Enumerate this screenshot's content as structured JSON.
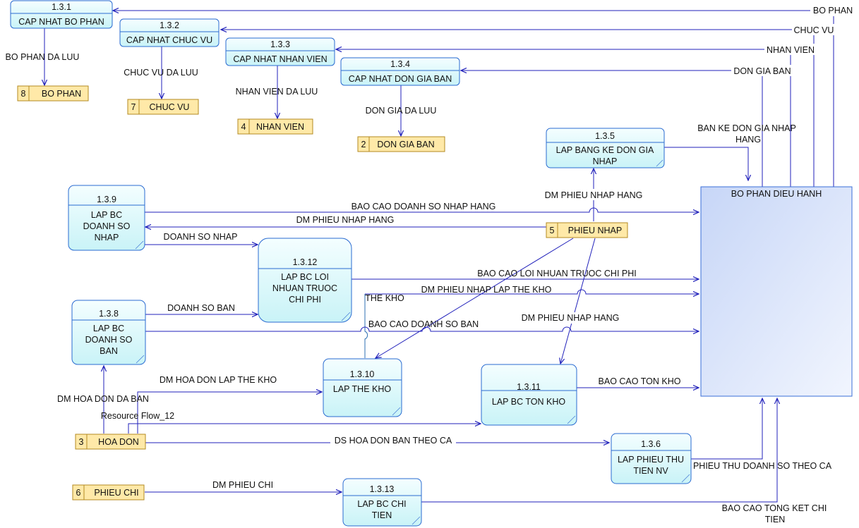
{
  "processes": {
    "p131": {
      "id": "1.3.1",
      "name": "CAP NHAT BO PHAN"
    },
    "p132": {
      "id": "1.3.2",
      "name": "CAP NHAT CHUC VU"
    },
    "p133": {
      "id": "1.3.3",
      "name": "CAP NHAT NHAN VIEN"
    },
    "p134": {
      "id": "1.3.4",
      "name": "CAP NHAT DON GIA BAN"
    },
    "p135": {
      "id": "1.3.5",
      "name_l1": "LAP BANG KE DON GIA",
      "name_l2": "NHAP"
    },
    "p139": {
      "id": "1.3.9",
      "name_l1": "LAP BC",
      "name_l2": "DOANH SO",
      "name_l3": "NHAP"
    },
    "p1312": {
      "id": "1.3.12",
      "name_l1": "LAP BC LOI",
      "name_l2": "NHUAN TRUOC",
      "name_l3": "CHI PHI"
    },
    "p138": {
      "id": "1.3.8",
      "name_l1": "LAP BC",
      "name_l2": "DOANH SO",
      "name_l3": "BAN"
    },
    "p1310": {
      "id": "1.3.10",
      "name": "LAP THE KHO"
    },
    "p1311": {
      "id": "1.3.11",
      "name": "LAP BC TON KHO"
    },
    "p136": {
      "id": "1.3.6",
      "name_l1": "LAP PHIEU THU",
      "name_l2": "TIEN NV"
    },
    "p1313": {
      "id": "1.3.13",
      "name_l1": "LAP BC CHI",
      "name_l2": "TIEN"
    }
  },
  "stores": {
    "s8": {
      "num": "8",
      "name": "BO PHAN"
    },
    "s7": {
      "num": "7",
      "name": "CHUC VU"
    },
    "s4": {
      "num": "4",
      "name": "NHAN VIEN"
    },
    "s2": {
      "num": "2",
      "name": "DON GIA BAN"
    },
    "s5": {
      "num": "5",
      "name": "PHIEU NHAP"
    },
    "s3": {
      "num": "3",
      "name": "HOA DON"
    },
    "s6": {
      "num": "6",
      "name": "PHIEU CHI"
    }
  },
  "entity": {
    "name": "BO PHAN DIEU HANH"
  },
  "flows": {
    "bo_phan": "BO PHAN",
    "chuc_vu": "CHUC VU",
    "nhan_vien": "NHAN VIEN",
    "don_gia_ban": "DON GIA BAN",
    "bo_phan_da_luu": "BO PHAN DA LUU",
    "chuc_vu_da_luu": "CHUC VU DA LUU",
    "nhan_vien_da_luu": "NHAN VIEN DA LUU",
    "don_gia_da_luu": "DON GIA DA LUU",
    "ban_ke_l1": "BAN KE DON GIA NHAP",
    "ban_ke_l2": "HANG",
    "dm_phieu_nhap_hang_1": "DM PHIEU NHAP HANG",
    "bc_ds_nhap_hang": "BAO CAO DOANH SO NHAP HANG",
    "dm_phieu_nhap_hang_2": "DM PHIEU NHAP HANG",
    "doanh_so_nhap": "DOANH SO NHAP",
    "bc_loi_nhuan": "BAO CAO LOI NHUAN TRUOC CHI PHI",
    "dm_pn_lap_the_kho": "DM PHIEU NHAP LAP THE KHO",
    "the_kho": "THE KHO",
    "doanh_so_ban": "DOANH SO BAN",
    "dm_phieu_nhap_hang_3": "DM PHIEU NHAP HANG",
    "bc_doanh_so_ban": "BAO CAO DOANH SO BAN",
    "dm_hd_lap_the_kho": "DM HOA DON LAP THE KHO",
    "bc_ton_kho": "BAO CAO TON KHO",
    "dm_hoa_don_da_ban": "DM HOA DON DA BAN",
    "resource_flow": "Resource Flow_12",
    "ds_hoa_don_ban": "DS HOA DON BAN THEO CA",
    "phieu_thu_ds": "PHIEU THU DOANH SO THEO CA",
    "dm_phieu_chi": "DM PHIEU CHI",
    "bc_tong_ket_l1": "BAO CAO TONG KET CHI",
    "bc_tong_ket_l2": "TIEN"
  },
  "colors": {
    "process_fill": "#e6fbfd",
    "process_border": "#2a6bd1",
    "store_fill": "#ffe9a8",
    "entity_fill": "#dbe6fb",
    "flow_line": "#2222bb"
  }
}
